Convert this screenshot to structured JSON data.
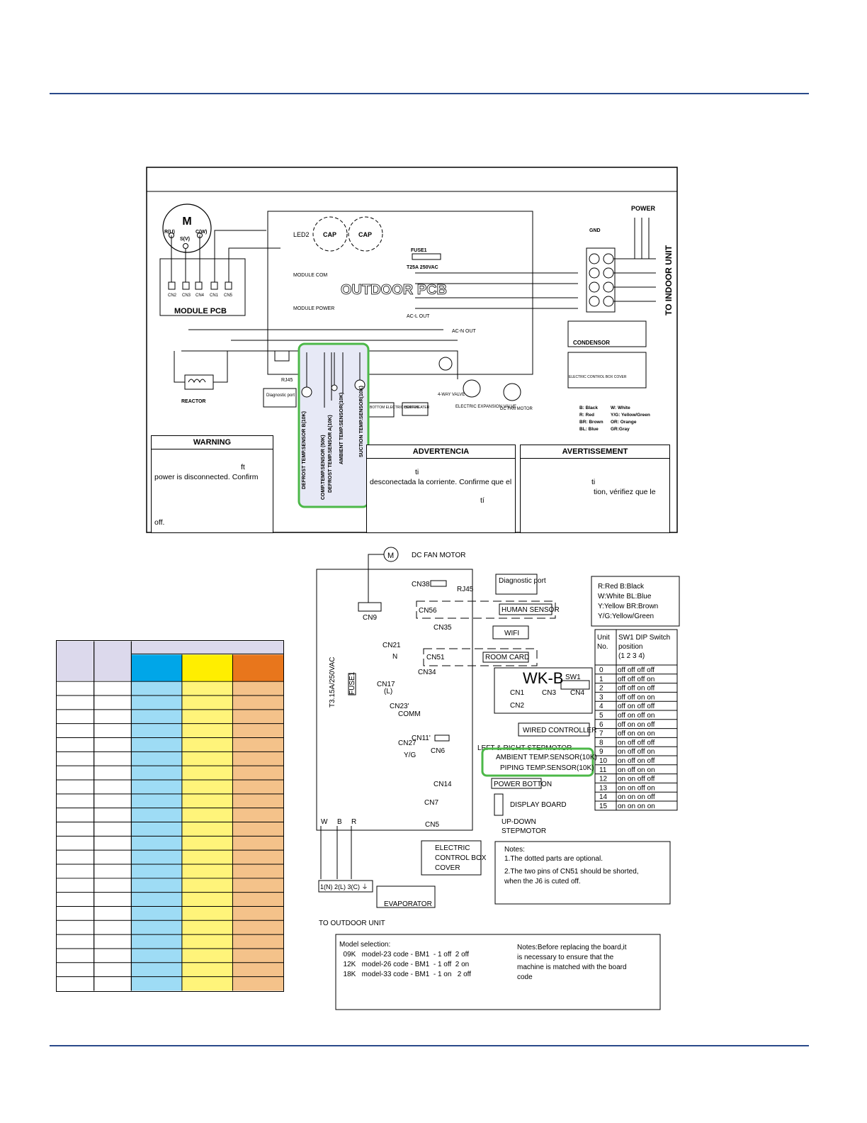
{
  "outdoor": {
    "motor_letter": "M",
    "motor_pins": [
      "R(U)",
      "S(V)",
      "C(W)"
    ],
    "module_pcb": "MODULE PCB",
    "outdoor_pcb": "OUTDOOR PCB",
    "cap": "CAP",
    "fuse_label": "FUSE1",
    "fuse_rating": "T25A 250VAC",
    "led": "LED2",
    "power": "POWER",
    "to_indoor": "TO INDOOR UNIT",
    "gnd": "GND",
    "condensor": "CONDENSOR",
    "ecb_cover": "ELECTRIC CONTROL BOX COVER",
    "reactor": "REACTOR",
    "rj45": "RJ45",
    "diag_port": "Diagnostic port",
    "module_com": "MODULE COM",
    "module_power": "MODULE POWER",
    "ac_l_out": "AC-L OUT",
    "ac_n_out": "AC-N OUT",
    "four_way": "4-WAY VALVE",
    "exp_valve": "ELECTRIC EXPANSION VALVE",
    "dc_fan": "DC FAN MOTOR",
    "bottom_heater": "BOTTOM ELECTRIC HEATER",
    "comp_heater": "COMP HEATER",
    "sensors": [
      "DEFROST TEMP.SENSOR B(10K)",
      "COMP.TEMP.SENSOR (50K)",
      "DEFROST TEMP.SENSOR A(10K)",
      "AMBIENT TEMP.SENSOR(10K)",
      "SUCTION TEMP.SENSOR(10K)"
    ],
    "legend": [
      "B: Black",
      "W: White",
      "R: Red",
      "Y/G: Yellow/Green",
      "BR: Brown",
      "OR: Orange",
      "BL: Blue",
      "GR:Gray"
    ],
    "warning_titles": [
      "WARNING",
      "ADVERTENCIA",
      "AVERTISSEMENT"
    ],
    "warning_frag": {
      "en1": "ft",
      "en2": "power is disconnected. Confirm",
      "en3": "off.",
      "es1": "ti",
      "es2": "desconectada la corriente. Confirme que el",
      "es3": "tí",
      "fr1": "ti",
      "fr2": "tion, vérifiez que le"
    }
  },
  "indoor": {
    "dc_fan_motor": "DC FAN MOTOR",
    "rj45": "RJ45",
    "diag_port": "Diagnostic port",
    "human_sensor": "HUMAN SENSOR",
    "wifi": "WIFI",
    "room_card": "ROOM  CARD",
    "wk_b": "WK-B",
    "sw1": "SW1",
    "wired_controller": "WIRED  CONTROLLER",
    "stepmotor_lr": "LEFT & RIGHT STEPMOTOR",
    "ambient": "AMBIENT   TEMP.SENSOR(10K)",
    "piping": "PIPING TEMP.SENSOR(10K)",
    "power_button": "POWER BOTTON",
    "display_board": "DISPLAY BOARD",
    "updown": [
      "UP-DOWN",
      "STEPMOTOR"
    ],
    "fuse": "T3.15A/250VAC",
    "fuse_name": "FUSE1",
    "ecb_cover": [
      "ELECTRIC",
      "CONTROL BOX",
      "COVER"
    ],
    "evaporator": "EVAPORATOR",
    "to_outdoor": "TO OUTDOOR UNIT",
    "legend": [
      "R:Red       B:Black",
      "W:White     BL:Blue",
      "Y:Yellow    BR:Brown",
      "Y/G:Yellow/Green"
    ],
    "dip_header_unit": [
      "Unit",
      "No."
    ],
    "dip_header_sw": [
      "SW1 DIP Switch",
      "position",
      "(1 2 3 4)"
    ],
    "dip_rows": [
      [
        "0",
        "off off off off"
      ],
      [
        "1",
        "off off off on"
      ],
      [
        "2",
        "off off on off"
      ],
      [
        "3",
        "off off on on"
      ],
      [
        "4",
        "off on off off"
      ],
      [
        "5",
        "off on off on"
      ],
      [
        "6",
        "off on on off"
      ],
      [
        "7",
        "off on on on"
      ],
      [
        "8",
        "on off off off"
      ],
      [
        "9",
        "on off off on"
      ],
      [
        "10",
        "on off on off"
      ],
      [
        "11",
        "on off on on"
      ],
      [
        "12",
        "on on off off"
      ],
      [
        "13",
        "on on off on"
      ],
      [
        "14",
        "on on on off"
      ],
      [
        "15",
        "on on on on"
      ]
    ],
    "notes": [
      "Notes:",
      "1.The  dotted parts  are optional.",
      "2.The two pins of CN51 should be shorted,",
      "when the J6 is cuted off."
    ],
    "model_sel": [
      "Model selection:",
      "  09K   model-23 code - BM1  - 1 off  2 off",
      "  12K   model-26 code - BM1  - 1 off  2 on",
      "  18K   model-33 code - BM1  - 1 on   2 off"
    ],
    "replace_note": [
      "Notes:Before replacing the board,it",
      "is necessary to ensure that the",
      "machine is matched with the board",
      "code"
    ]
  }
}
